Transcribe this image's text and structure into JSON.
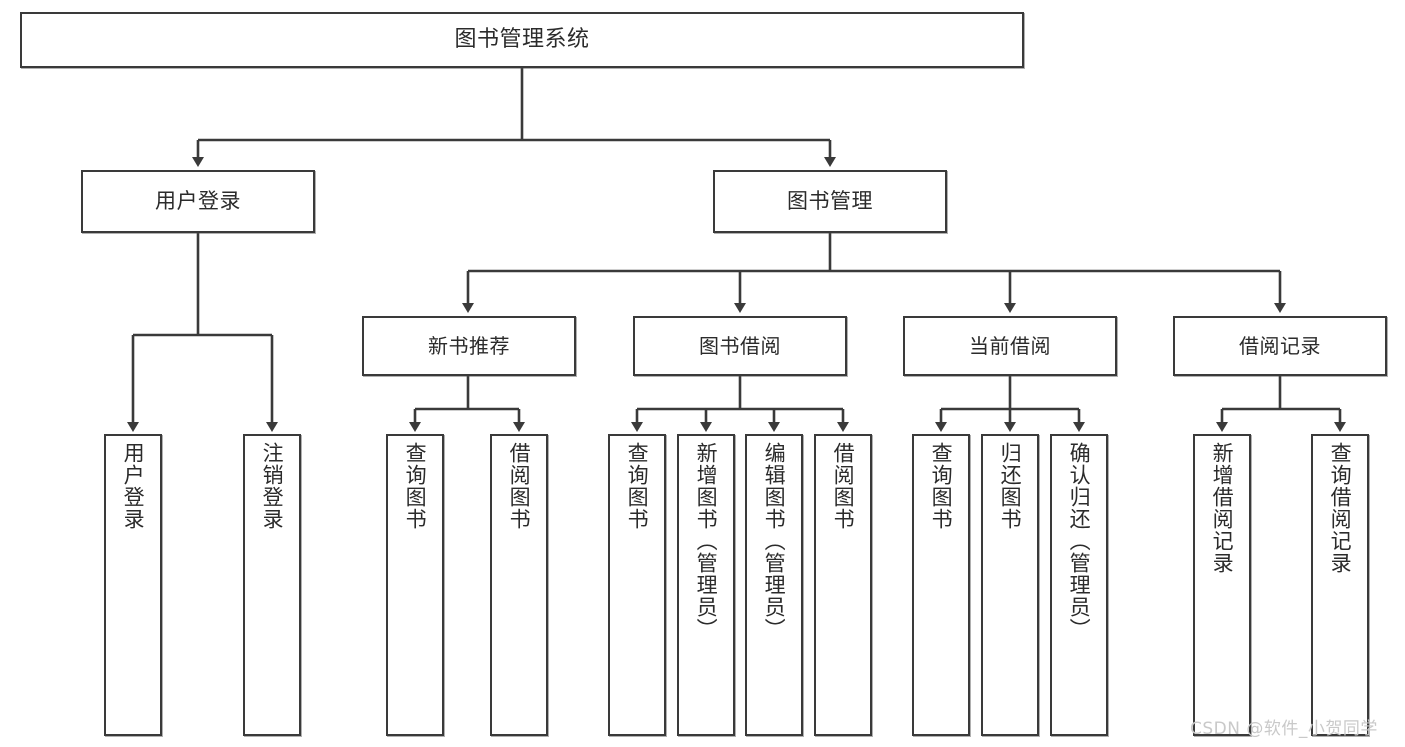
{
  "diagram": {
    "title": "图书管理系统",
    "type": "tree-hierarchy-chart",
    "watermark": "CSDN @软件_小贺同学",
    "colors": {
      "stroke": "#3a3a3a",
      "fill": "#ffffff",
      "text": "#2b2b2b",
      "watermark": "#c9c9c9"
    },
    "nodes": {
      "root": {
        "label": "图书管理系统"
      },
      "level2": [
        {
          "id": "user-login",
          "label": "用户登录"
        },
        {
          "id": "book-manage",
          "label": "图书管理"
        }
      ],
      "level3": [
        {
          "id": "new-book-rec",
          "label": "新书推荐"
        },
        {
          "id": "book-borrow",
          "label": "图书借阅"
        },
        {
          "id": "current-borrow",
          "label": "当前借阅"
        },
        {
          "id": "borrow-record",
          "label": "借阅记录"
        }
      ],
      "leaves": {
        "user-login": [
          {
            "id": "leaf-user-login",
            "label": "用户登录"
          },
          {
            "id": "leaf-logout",
            "label": "注销登录"
          }
        ],
        "new-book-rec": [
          {
            "id": "leaf-query-book-1",
            "label": "查询图书"
          },
          {
            "id": "leaf-borrow-book-1",
            "label": "借阅图书"
          }
        ],
        "book-borrow": [
          {
            "id": "leaf-query-book-2",
            "label": "查询图书"
          },
          {
            "id": "leaf-add-book",
            "label": "新增图书（管理员）"
          },
          {
            "id": "leaf-edit-book",
            "label": "编辑图书（管理员）"
          },
          {
            "id": "leaf-borrow-book-2",
            "label": "借阅图书"
          }
        ],
        "current-borrow": [
          {
            "id": "leaf-query-book-3",
            "label": "查询图书"
          },
          {
            "id": "leaf-return-book",
            "label": "归还图书"
          },
          {
            "id": "leaf-confirm-return",
            "label": "确认归还（管理员）"
          }
        ],
        "borrow-record": [
          {
            "id": "leaf-add-record",
            "label": "新增借阅记录"
          },
          {
            "id": "leaf-query-record",
            "label": "查询借阅记录"
          }
        ]
      }
    }
  }
}
